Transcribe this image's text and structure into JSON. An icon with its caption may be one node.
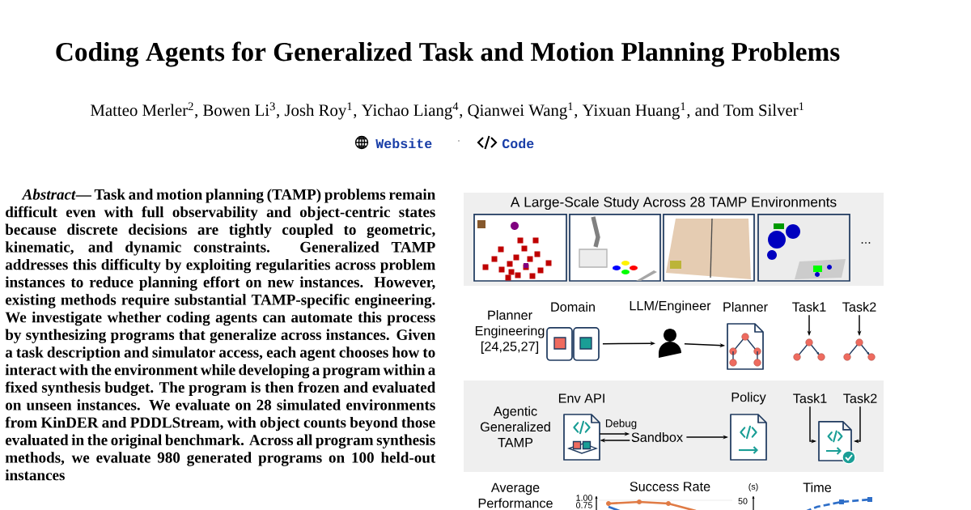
{
  "diagram": {
    "title": "Coding Agents for Generalized Task and Motion Planning Problems",
    "nodes": [
      {
        "text": [
          "A Large-Scale Study Across 28 TAMP Environments"
        ]
      },
      {
        "text": [
          "Domain"
        ]
      },
      {
        "text": [
          "LLM/Engineer"
        ]
      },
      {
        "text": [
          "Planner"
        ]
      },
      {
        "text": [
          "Task1"
        ]
      },
      {
        "text": [],
        "shape": "picture"
      },
      {
        "text": [
          "Task2"
        ]
      },
      {
        "text": [],
        "shape": "picture"
      },
      {
        "text": [
          "Agentic Generalized TAMP"
        ]
      },
      {
        "text": [
          "Env API"
        ],
        "in": 8
      },
      {
        "text": [
          "Sandbox"
        ],
        "in": 8
      },
      {
        "text": [
          "Policy"
        ],
        "in": 8
      },
      {
        "text": [
          "Task1"
        ],
        "in": 8
      },
      {
        "text": [
          "Task2"
        ],
        "in": 8
      },
      {
        "text": [],
        "shape": "picture",
        "in": 8
      }
    ],
    "edges": [
      {
        "from": 1,
        "to": 2,
        "arrow": "to"
      },
      {
        "from": 2,
        "to": 3,
        "arrow": "to"
      },
      {
        "from": 4,
        "to": 5,
        "arrow": "to"
      },
      {
        "from": 6,
        "to": 7,
        "arrow": "to"
      },
      {
        "from": 9,
        "to": 10,
        "arrow": "to",
        "label": "Debug"
      },
      {
        "from": 10,
        "to": 9,
        "arrow": "to"
      },
      {
        "from": 10,
        "to": 11,
        "arrow": "to"
      },
      {
        "from": 12,
        "to": 14,
        "arrow": "to"
      },
      {
        "from": 13,
        "to": 14,
        "arrow": "to"
      }
    ],
    "labels": [
      "Matteo Merler$^{2}$, Bowen Li$^{3}$, Josh Roy$^{1}$, Yichao Liang$^{4}$, Qianwei Wang$^{1}$, Yixuan Huang$^{1}$, and Tom Silver$^{1}$",
      "Website",
      "·",
      "Code",
      "*Abstract*— Task and motion planning (TAMP) problems remain difficult even with full observability and object-centric states because discrete decisions are tightly coupled to geometric, kinematic, and dynamic constraints. Generalized TAMP addresses this difficulty by exploiting regularities across problem instances to reduce planning effort on new instances. However, existing methods require substantial TAMP-specific engineering. We investigate whether coding agents can automate this process by synthesizing programs that generalize across instances. Given a task description and simulator access, each agent chooses how to interact with the environment while developing a program within a fixed synthesis budget. The program is then frozen and evaluated on unseen instances. We evaluate on 28 simulated environments from KinDER and PDDLStream, with object counts beyond those evaluated in the original benchmark. Across all program synthesis methods, we evaluate 980 generated programs on 100 held-out instances",
      "...",
      "Planner Engineering [24,25,27]",
      "Average Performance",
      "Success Rate",
      "(s)",
      "Time",
      "1.00",
      "0.75",
      "50"
    ]
  }
}
